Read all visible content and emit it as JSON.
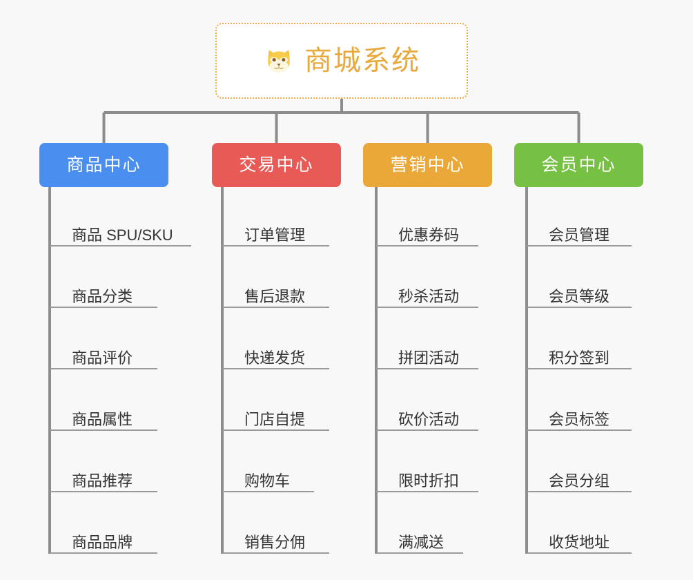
{
  "page": {
    "background_color": "#f8f8f8",
    "title": "商城系统 功能架构图"
  },
  "root": {
    "label": "商城系统",
    "icon": "shiba-dog-face-emoji",
    "text_color": "#e8a93c",
    "border_color": "#efaa3e",
    "background_color": "#ffffff"
  },
  "connector": {
    "color": "#8c8c8c"
  },
  "categories": [
    {
      "label": "商品中心",
      "color": "#4a8ef0",
      "items": [
        "商品 SPU/SKU",
        "商品分类",
        "商品评价",
        "商品属性",
        "商品推荐",
        "商品品牌"
      ]
    },
    {
      "label": "交易中心",
      "color": "#e75a56",
      "items": [
        "订单管理",
        "售后退款",
        "快递发货",
        "门店自提",
        "购物车",
        "销售分佣"
      ]
    },
    {
      "label": "营销中心",
      "color": "#eaa838",
      "items": [
        "优惠券码",
        "秒杀活动",
        "拼团活动",
        "砍价活动",
        "限时折扣",
        "满减送"
      ]
    },
    {
      "label": "会员中心",
      "color": "#76c043",
      "items": [
        "会员管理",
        "会员等级",
        "积分签到",
        "会员标签",
        "会员分组",
        "收货地址"
      ]
    }
  ]
}
